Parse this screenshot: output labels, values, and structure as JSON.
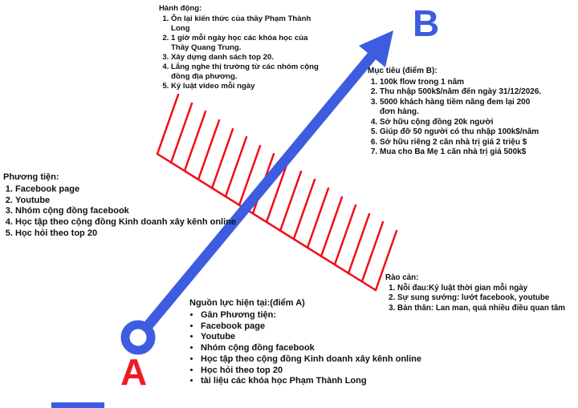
{
  "points": {
    "a": "A",
    "b": "B"
  },
  "colors": {
    "arrow_blue": "#3d5cdf",
    "barrier_red": "#f20d18",
    "letter_a_red": "#ed1c24",
    "text": "#101018"
  },
  "sections": {
    "actions": {
      "title": "Hành động:",
      "items": [
        "Ôn lại kiến thức của thầy Phạm Thành Long",
        "1 giờ mỗi ngày học các khóa học của Thầy Quang Trung.",
        "Xây dựng danh sách top 20.",
        "Lắng nghe thị trường từ các nhóm cộng đồng địa phương.",
        "Kỷ luật video mỗi ngày"
      ]
    },
    "goals": {
      "title": "Mục tiêu (điểm B):",
      "items": [
        "100k flow trong 1 năm",
        "Thu nhập 500k$/năm đến ngày 31/12/2026.",
        "5000 khách hàng tiềm năng đem lại 200 đơn hàng.",
        "Sở hữu cộng đồng 20k người",
        "Giúp đỡ 50 người có thu nhập 100k$/năm",
        "Sở hữu riêng 2 căn nhà trị giá 2 triệu $",
        "Mua cho Ba Mẹ 1 căn nhà trị giá 500k$"
      ]
    },
    "means": {
      "title": "Phương tiện:",
      "items": [
        "Facebook page",
        "Youtube",
        "Nhóm cộng đồng facebook",
        "Học tập theo cộng đồng Kinh doanh xây kênh online",
        "Học hỏi theo top 20"
      ]
    },
    "barriers": {
      "title": "Rào cản:",
      "items": [
        "Nỗi đau:Kỷ luật thời gian mỗi ngày",
        "Sự sung sướng: lướt facebook, youtube",
        "Bản thân: Lan man, quá nhiều điều quan tâm"
      ]
    },
    "resources": {
      "title": "Nguồn lực hiện tại:(điểm A)",
      "items": [
        "Gân Phương tiện:",
        "Facebook page",
        "Youtube",
        "Nhóm cộng đồng facebook",
        "Học tập theo cộng đồng Kinh doanh xây kênh online",
        "Học hỏi theo top 20",
        "tài liệu các khóa học Phạm Thành Long"
      ]
    }
  }
}
